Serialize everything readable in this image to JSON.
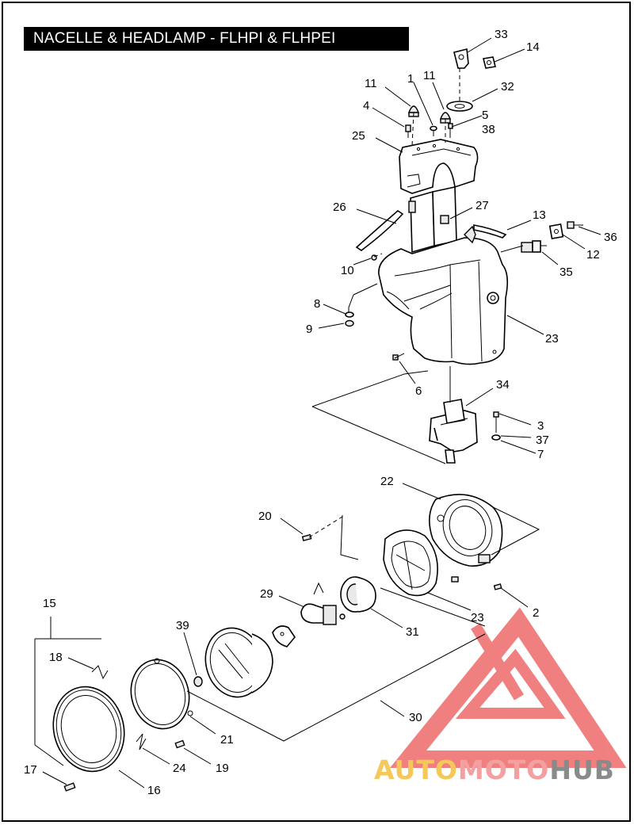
{
  "title": "NACELLE & HEADLAMP - FLHPI & FLHPEI",
  "callouts": [
    {
      "id": "c33",
      "text": "33"
    },
    {
      "id": "c14",
      "text": "14"
    },
    {
      "id": "c11a",
      "text": "11"
    },
    {
      "id": "c1",
      "text": "1"
    },
    {
      "id": "c11b",
      "text": "11"
    },
    {
      "id": "c32",
      "text": "32"
    },
    {
      "id": "c4",
      "text": "4"
    },
    {
      "id": "c5",
      "text": "5"
    },
    {
      "id": "c38",
      "text": "38"
    },
    {
      "id": "c25",
      "text": "25"
    },
    {
      "id": "c26",
      "text": "26"
    },
    {
      "id": "c27",
      "text": "27"
    },
    {
      "id": "c13",
      "text": "13"
    },
    {
      "id": "c36",
      "text": "36"
    },
    {
      "id": "c12",
      "text": "12"
    },
    {
      "id": "c10",
      "text": "10"
    },
    {
      "id": "c35",
      "text": "35"
    },
    {
      "id": "c8",
      "text": "8"
    },
    {
      "id": "c9",
      "text": "9"
    },
    {
      "id": "c23a",
      "text": "23"
    },
    {
      "id": "c6",
      "text": "6"
    },
    {
      "id": "c34",
      "text": "34"
    },
    {
      "id": "c3",
      "text": "3"
    },
    {
      "id": "c37",
      "text": "37"
    },
    {
      "id": "c7",
      "text": "7"
    },
    {
      "id": "c22",
      "text": "22"
    },
    {
      "id": "c20",
      "text": "20"
    },
    {
      "id": "c29",
      "text": "29"
    },
    {
      "id": "c2",
      "text": "2"
    },
    {
      "id": "c23b",
      "text": "23"
    },
    {
      "id": "c15",
      "text": "15"
    },
    {
      "id": "c39",
      "text": "39"
    },
    {
      "id": "c31",
      "text": "31"
    },
    {
      "id": "c18",
      "text": "18"
    },
    {
      "id": "c30",
      "text": "30"
    },
    {
      "id": "c21",
      "text": "21"
    },
    {
      "id": "c24",
      "text": "24"
    },
    {
      "id": "c19",
      "text": "19"
    },
    {
      "id": "c17",
      "text": "17"
    },
    {
      "id": "c16",
      "text": "16"
    }
  ],
  "watermark": {
    "part1": "AUTO",
    "part2": "MOTO",
    "part3": "HUB",
    "colors": {
      "auto": "#f6c85a",
      "moto": "#f2a0a0",
      "hub": "#8a8a8a",
      "triangle": "#ee6a6a"
    }
  }
}
